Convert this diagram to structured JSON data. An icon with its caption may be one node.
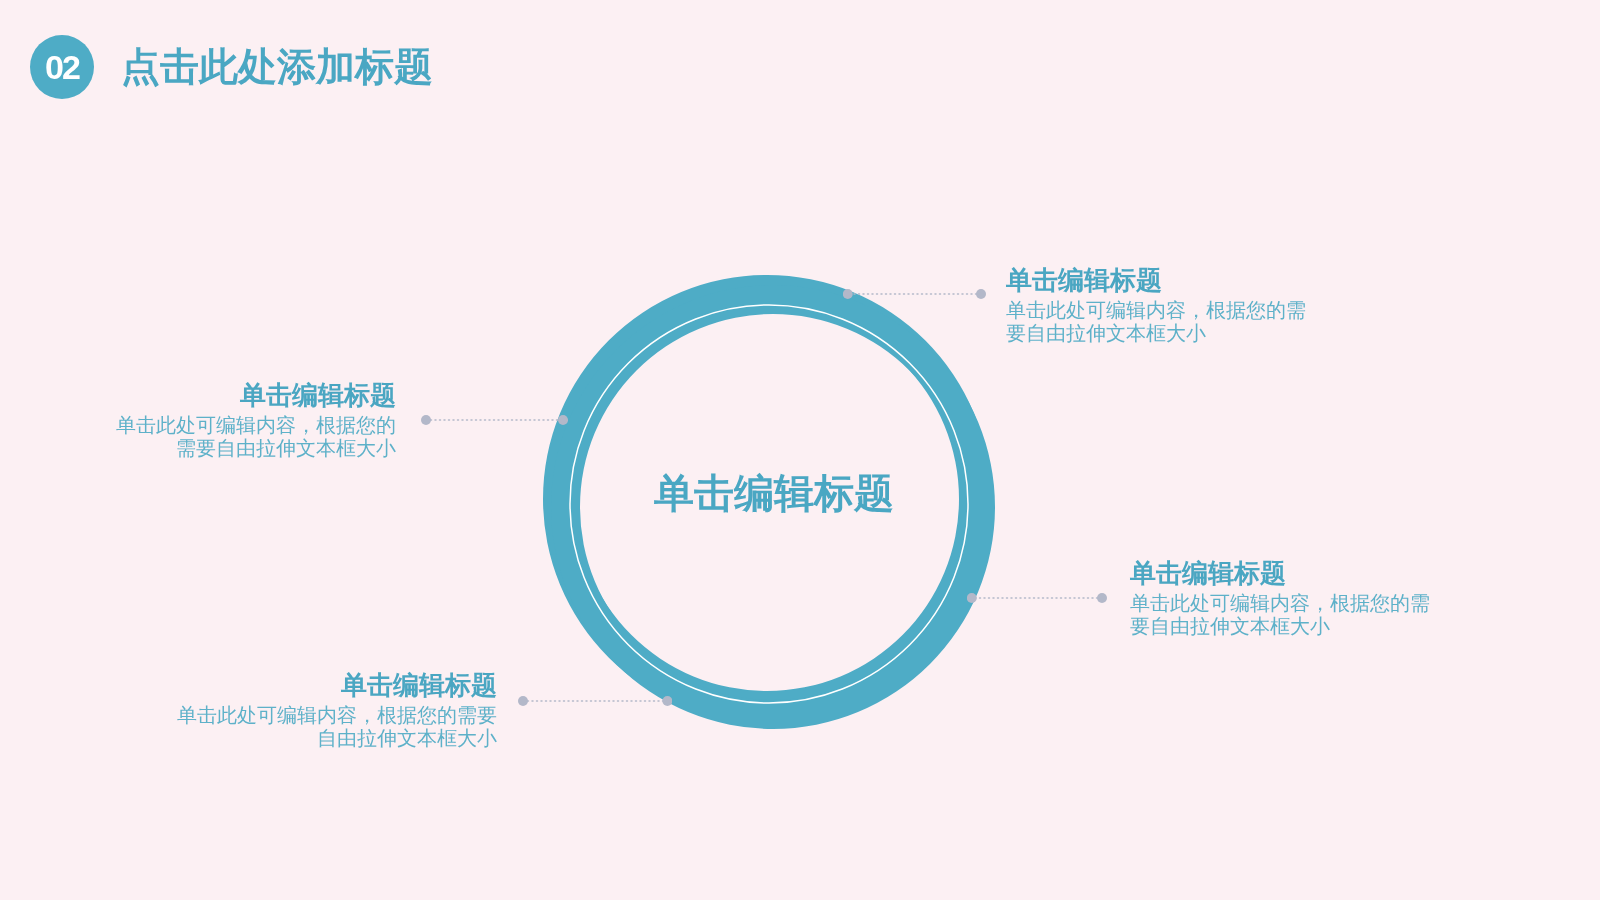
{
  "diagram": {
    "title": "点击此处添加标题",
    "nodes": [
      {
        "text": [
          "02"
        ]
      },
      {
        "text": [
          "单击编辑标题"
        ]
      },
      {
        "text": [
          "单击编辑标题",
          "单击此处可编辑内容，根据您的需要自由拉伸文本框大小"
        ]
      },
      {
        "text": [
          "单击编辑标题",
          "单击此处可编辑内容，根据您的需要自由拉伸文本框大小"
        ]
      },
      {
        "text": [
          "单击编辑标题",
          "单击此处可编辑内容，根据您的需要自由拉伸文本框大小"
        ]
      },
      {
        "text": [
          "单击编辑标题",
          "单击此处可编辑内容，根据您的需要自由拉伸文本框大小"
        ]
      }
    ],
    "edges": [
      {
        "from": 2,
        "to": 1,
        "arrow": "other",
        "style": "dashed"
      },
      {
        "from": 3,
        "to": 1,
        "arrow": "other",
        "style": "dashed"
      },
      {
        "from": 4,
        "to": 1,
        "arrow": "other",
        "style": "dashed"
      },
      {
        "from": 5,
        "to": 1,
        "arrow": "other",
        "style": "dashed"
      }
    ]
  }
}
